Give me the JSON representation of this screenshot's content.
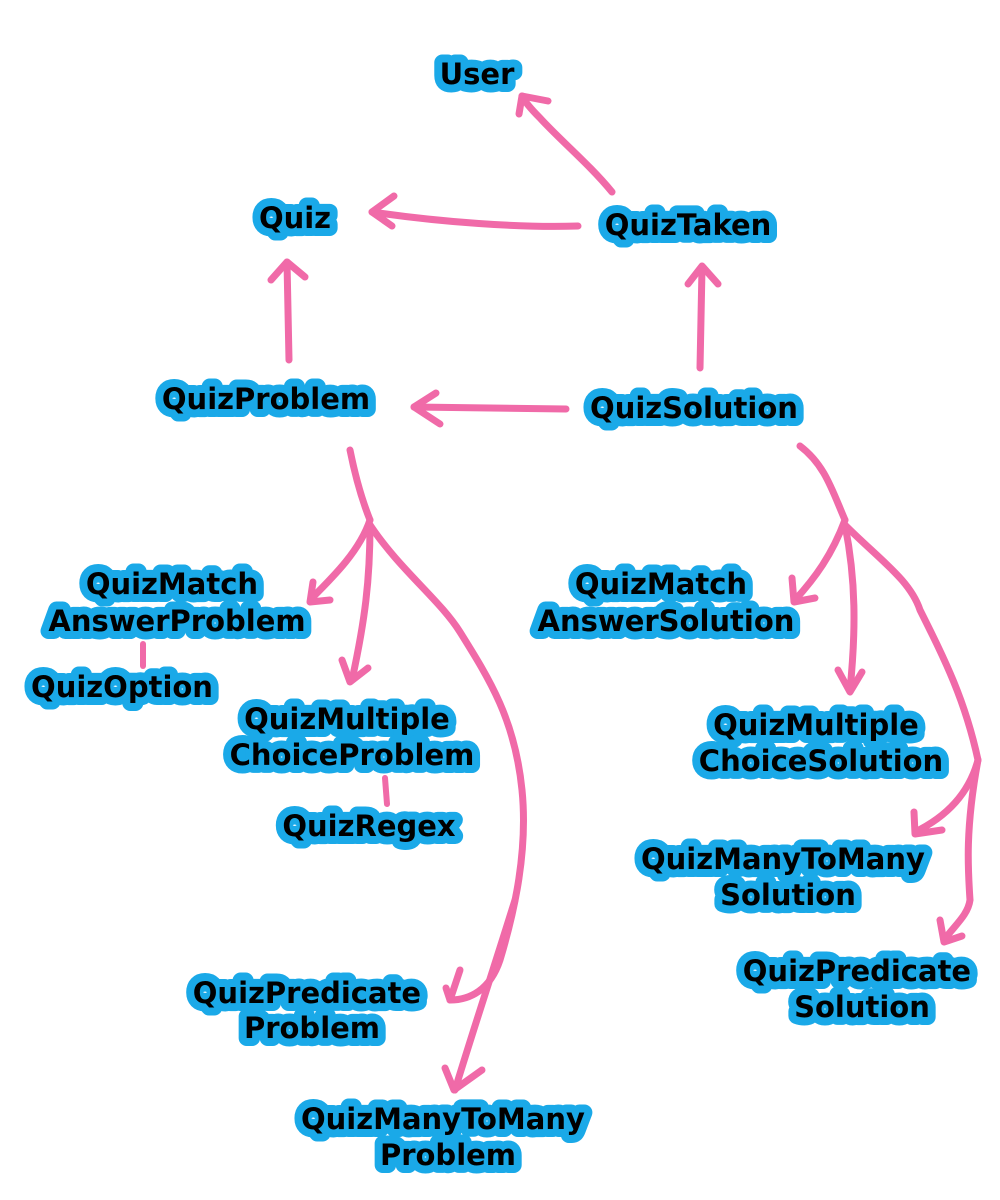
{
  "colors": {
    "node_glow": "#1aa9e8",
    "arrow": "#f06aa8",
    "text": "#000000",
    "background": "#ffffff"
  },
  "nodes": {
    "user": [
      "User"
    ],
    "quiz": [
      "Quiz"
    ],
    "quiz_taken": [
      "QuizTaken"
    ],
    "quiz_problem": [
      "QuizProblem"
    ],
    "quiz_solution": [
      "QuizSolution"
    ],
    "quiz_match_answer_problem": [
      "QuizMatch",
      "AnswerProblem"
    ],
    "quiz_option": [
      "QuizOption"
    ],
    "quiz_multiple_choice_problem": [
      "QuizMultiple",
      "ChoiceProblem"
    ],
    "quiz_regex": [
      "QuizRegex"
    ],
    "quiz_predicate_problem": [
      "QuizPredicate",
      "Problem"
    ],
    "quiz_many_to_many_problem": [
      "QuizManyToMany",
      "Problem"
    ],
    "quiz_match_answer_solution": [
      "QuizMatch",
      "AnswerSolution"
    ],
    "quiz_multiple_choice_solution": [
      "QuizMultiple",
      "ChoiceSolution"
    ],
    "quiz_many_to_many_solution": [
      "QuizManyToMany",
      "Solution"
    ],
    "quiz_predicate_solution": [
      "QuizPredicate",
      "Solution"
    ]
  }
}
